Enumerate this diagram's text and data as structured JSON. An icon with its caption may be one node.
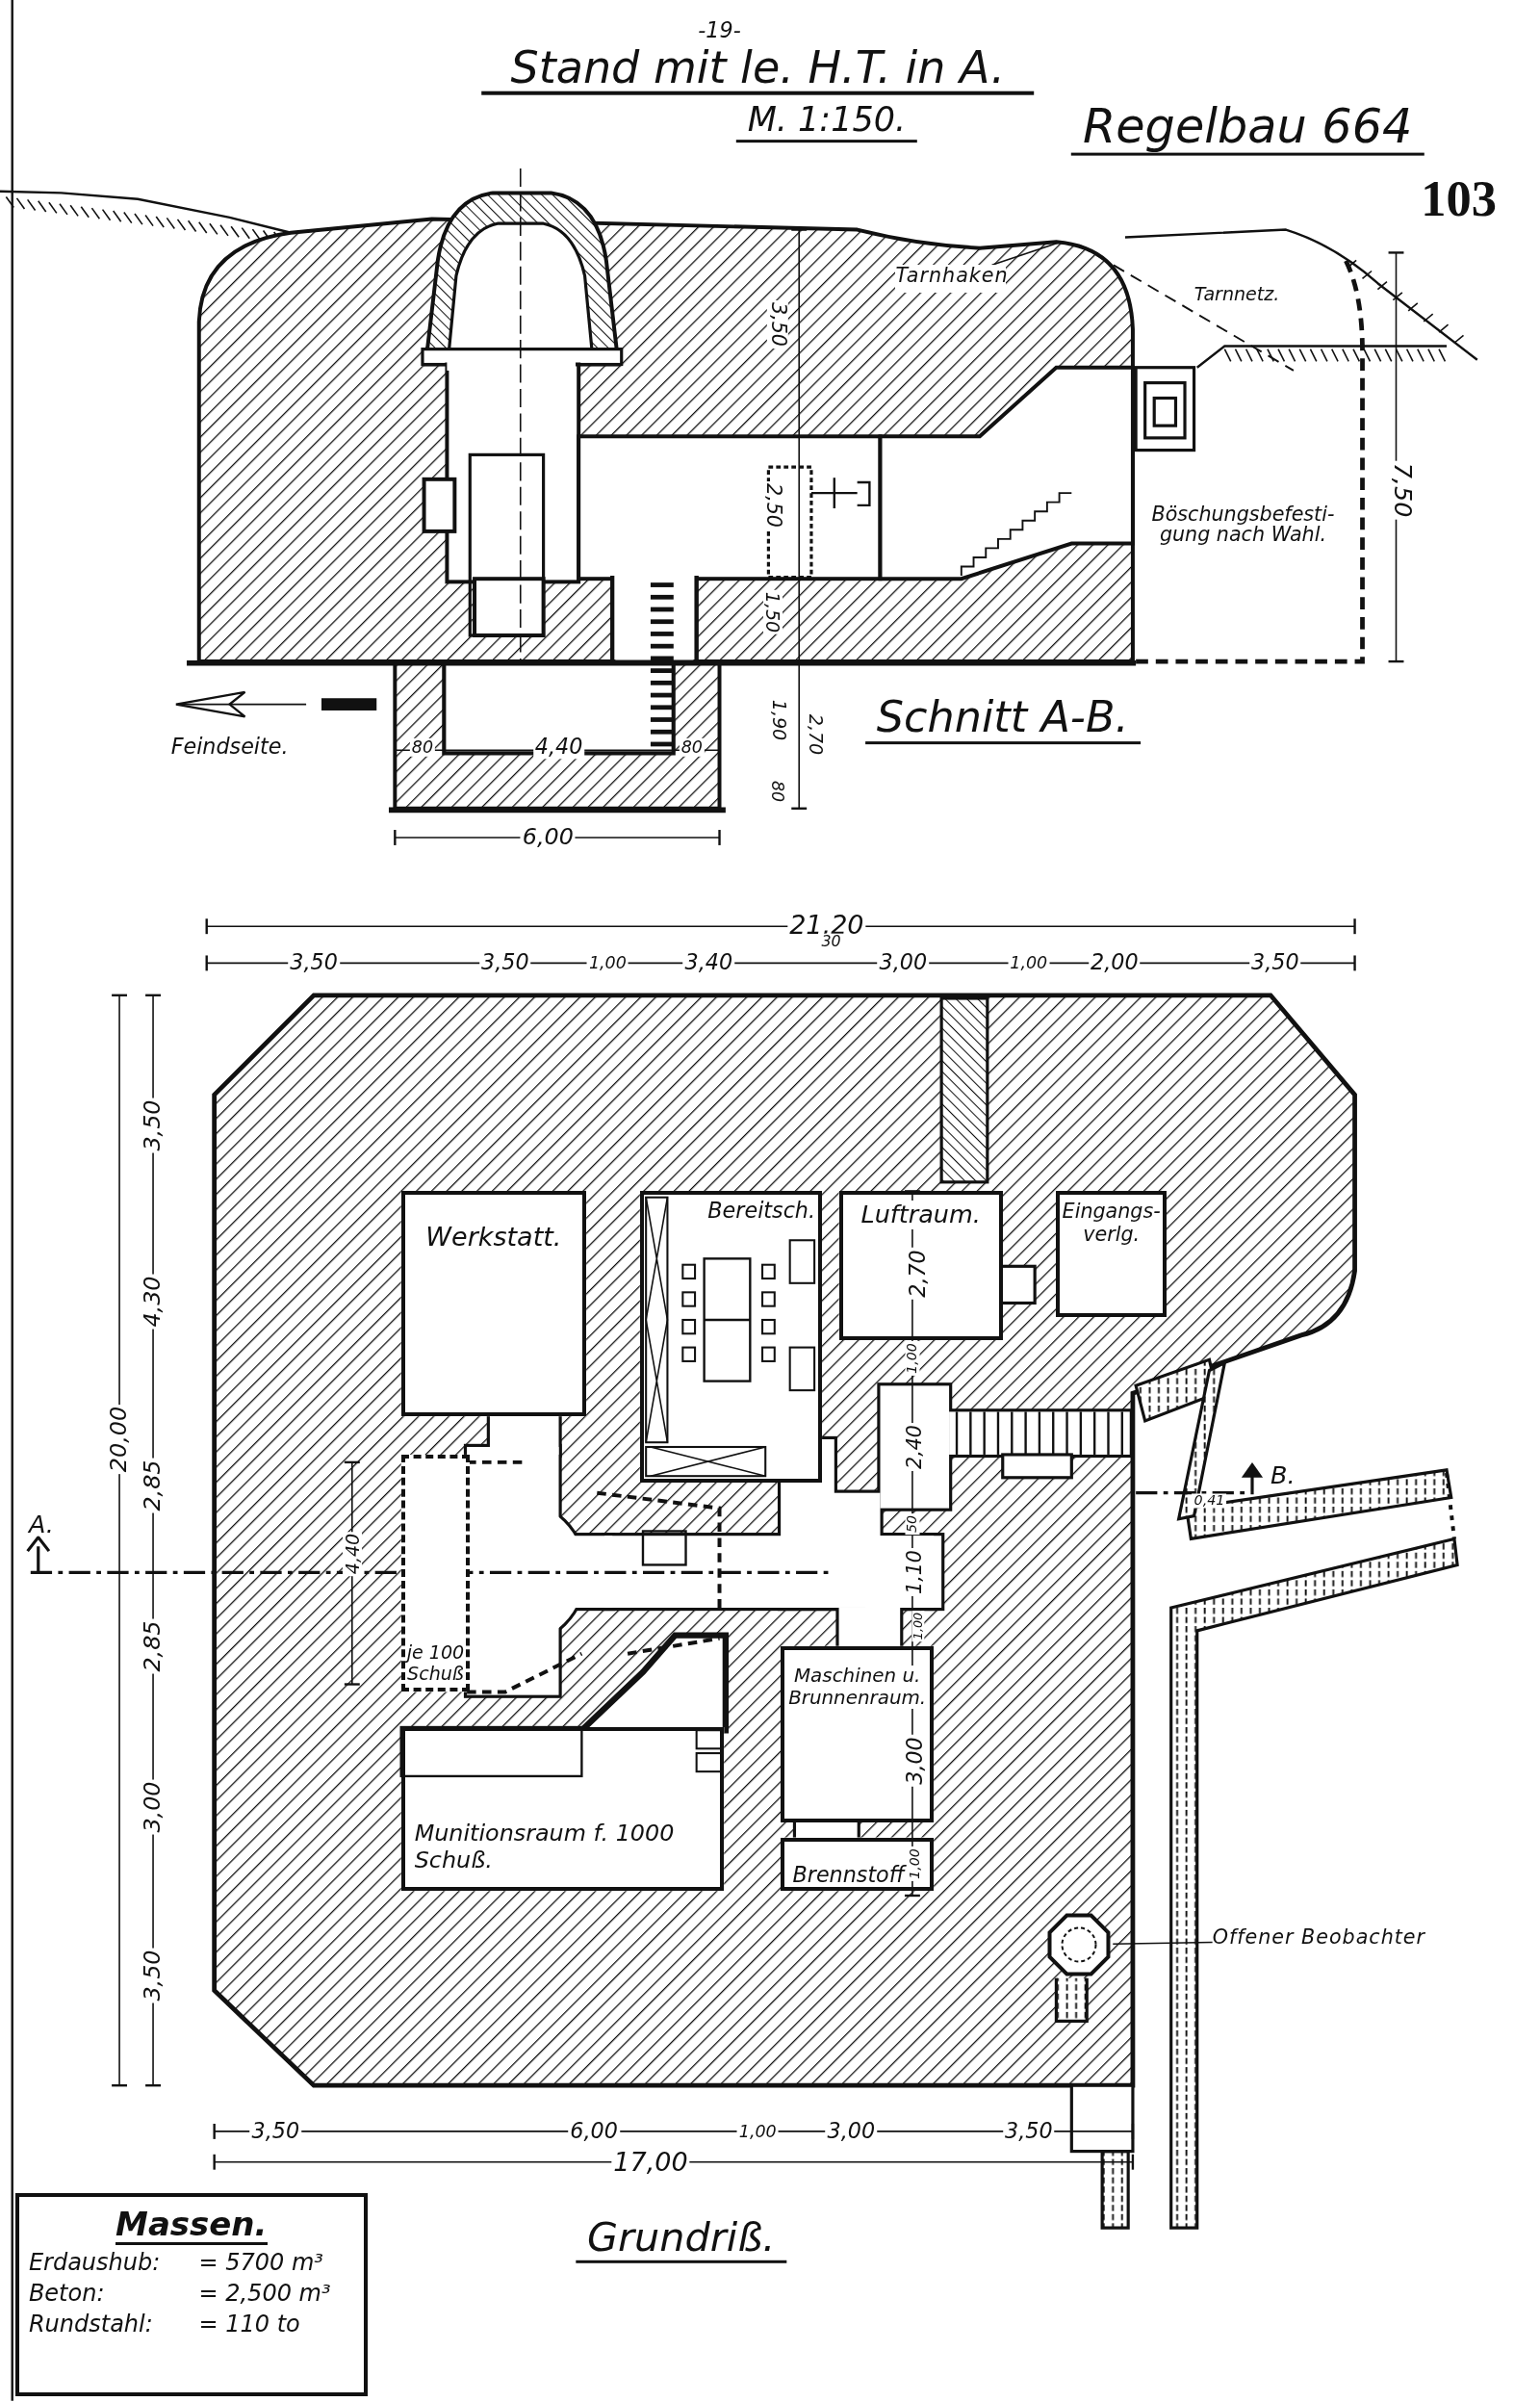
{
  "diagram": {
    "title": "Stand mit le. H.T. in A.",
    "nodes": [
      {
        "text": [
          "Werkstatt."
        ]
      },
      {
        "text": [
          "Bereitsch."
        ]
      },
      {
        "text": [
          "Luftraum."
        ]
      },
      {
        "text": [
          "Eingangs-verlg."
        ]
      },
      {
        "text": [
          "je 100 Schuß"
        ]
      },
      {
        "text": [
          "Maschinen u. Brunnenraum."
        ]
      },
      {
        "text": [
          "Munitionsraum f. 1000 Schuß."
        ]
      },
      {
        "text": [
          "Brennstoff"
        ]
      },
      {
        "text": [
          "Tarnhaken"
        ]
      },
      {
        "text": [
          "Offener Beobachter"
        ]
      },
      {
        "text": [],
        "shape": "octagon"
      },
      {
        "text": [
          "Massen.",
          "Erdaushub:",
          "= 5700 m³",
          "Beton:",
          "= 2,500 m³",
          "Rundstahl:",
          "= 110 to"
        ]
      }
    ],
    "edges": [
      {
        "from": 8,
        "to": null,
        "arrow": "none"
      },
      {
        "from": 9,
        "to": 10,
        "arrow": "none"
      }
    ],
    "labels": [
      "-19-",
      "M. 1:150.",
      "Regelbau 664",
      "103",
      "3,50",
      "Tarnnetz.",
      "2,50",
      "Böschungsbefesti-gung nach Wahl.",
      "7,50",
      "1,50",
      "Feindseite.",
      "80",
      "4,40",
      "80",
      "1,90",
      "2,70",
      "Schnitt A-B.",
      "80",
      "6,00",
      "21,20",
      "3,50",
      "3,50",
      "1,00",
      "3,40",
      "30",
      "3,00",
      "1,00",
      "2,00",
      "3,50",
      "3,50",
      "4,30",
      "20,00",
      "2,85",
      "A.",
      "4,40",
      "2,85",
      "3,00",
      "3,50",
      "2,70",
      "1,00",
      "2,40",
      "50",
      "1,10",
      "1,00",
      "0,41",
      "B.",
      "3,00",
      "1,00",
      "3,50",
      "6,00",
      "1,00",
      "3,00",
      "3,50",
      "17,00",
      "Grundriß."
    ]
  }
}
